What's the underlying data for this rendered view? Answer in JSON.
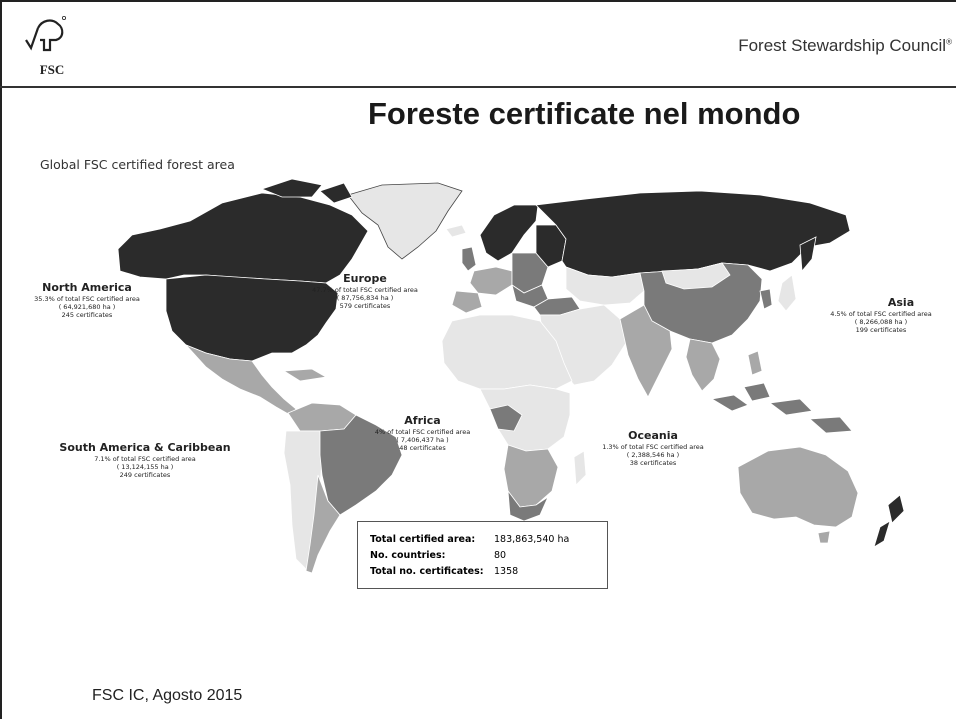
{
  "header": {
    "logo_text": "FSC",
    "org_name": "Forest Stewardship Council",
    "org_mark": "®"
  },
  "title": "Foreste certificate nel mondo",
  "map": {
    "subtitle": "Global FSC certified forest area",
    "regions": {
      "north_america": {
        "name": "North America",
        "share": "35.3% of total FSC certified area",
        "area": "( 64,921,680 ha )",
        "certs": "245 certificates"
      },
      "europe": {
        "name": "Europe",
        "share": "47.7% of total FSC certified area",
        "area": "( 87,756,834 ha )",
        "certs": "579 certificates"
      },
      "asia": {
        "name": "Asia",
        "share": "4.5% of total FSC certified area",
        "area": "( 8,266,088 ha )",
        "certs": "199 certificates"
      },
      "africa": {
        "name": "Africa",
        "share": "4% of total FSC certified area",
        "area": "( 7,406,437 ha )",
        "certs": "48 certificates"
      },
      "south_america": {
        "name": "South America & Caribbean",
        "share": "7.1% of total FSC certified area",
        "area": "( 13,124,155 ha )",
        "certs": "249 certificates"
      },
      "oceania": {
        "name": "Oceania",
        "share": "1.3% of total FSC certified area",
        "area": "( 2,388,546 ha )",
        "certs": "38 certificates"
      }
    },
    "summary": {
      "total_area_label": "Total certified area:",
      "total_area_value": "183,863,540 ha",
      "countries_label": "No. countries:",
      "countries_value": "80",
      "certs_label": "Total no. certificates:",
      "certs_value": "1358"
    },
    "shade_colors": {
      "high": "#2b2b2b",
      "mid": "#7a7a7a",
      "light": "#a8a8a8",
      "pale": "#e6e6e6",
      "ocean": "#ffffff"
    }
  },
  "footer": "FSC IC, Agosto 2015"
}
